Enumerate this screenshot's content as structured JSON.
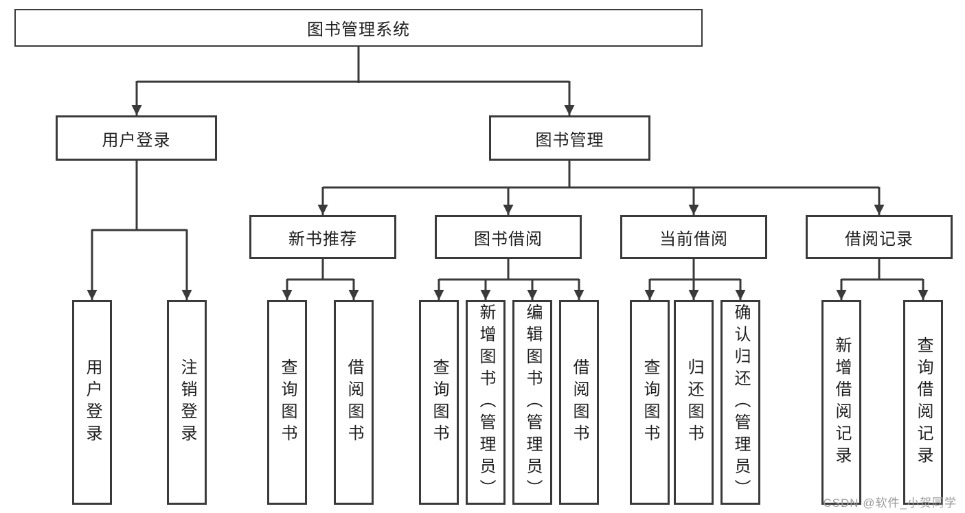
{
  "colors": {
    "line": "#3a3a3a",
    "text": "#1e1e1e",
    "watermark": "#9c9c9c",
    "box_fill": "#ffffff"
  },
  "watermark": {
    "text": "CSDN @软件_小贺同学"
  },
  "tree": {
    "root": "图书管理系统",
    "children": [
      {
        "label": "用户登录",
        "children": [
          "用户登录",
          "注销登录"
        ]
      },
      {
        "label": "图书管理",
        "children": [
          {
            "label": "新书推荐",
            "children": [
              "查询图书",
              "借阅图书"
            ]
          },
          {
            "label": "图书借阅",
            "children": [
              "查询图书",
              "新增图书（管理员）",
              "编辑图书（管理员）",
              "借阅图书"
            ]
          },
          {
            "label": "当前借阅",
            "children": [
              "查询图书",
              "归还图书",
              "确认归还（管理员）"
            ]
          },
          {
            "label": "借阅记录",
            "children": [
              "新增借阅记录",
              "查询借阅记录"
            ]
          }
        ]
      }
    ]
  }
}
